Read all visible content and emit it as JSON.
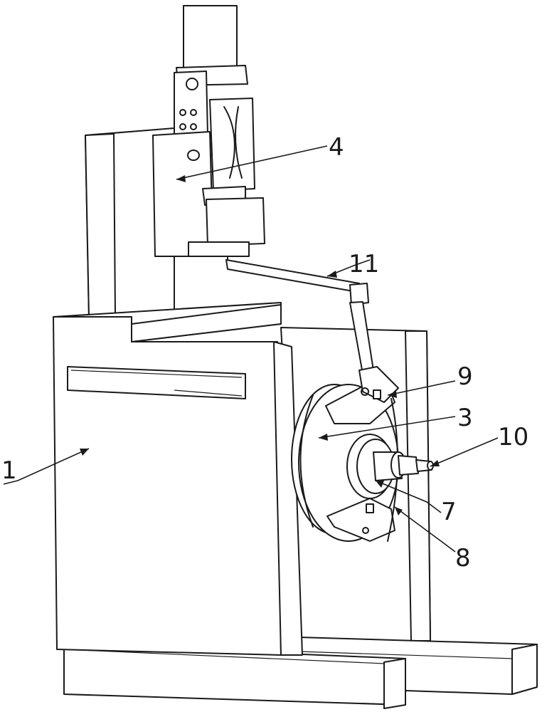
{
  "labels": [
    {
      "id": "1",
      "text": "1"
    },
    {
      "id": "3",
      "text": "3"
    },
    {
      "id": "4",
      "text": "4"
    },
    {
      "id": "7",
      "text": "7"
    },
    {
      "id": "8",
      "text": "8"
    },
    {
      "id": "9",
      "text": "9"
    },
    {
      "id": "10",
      "text": "10"
    },
    {
      "id": "11",
      "text": "11"
    }
  ],
  "colors": {
    "line": "#1a1a1a",
    "background": "#ffffff"
  }
}
